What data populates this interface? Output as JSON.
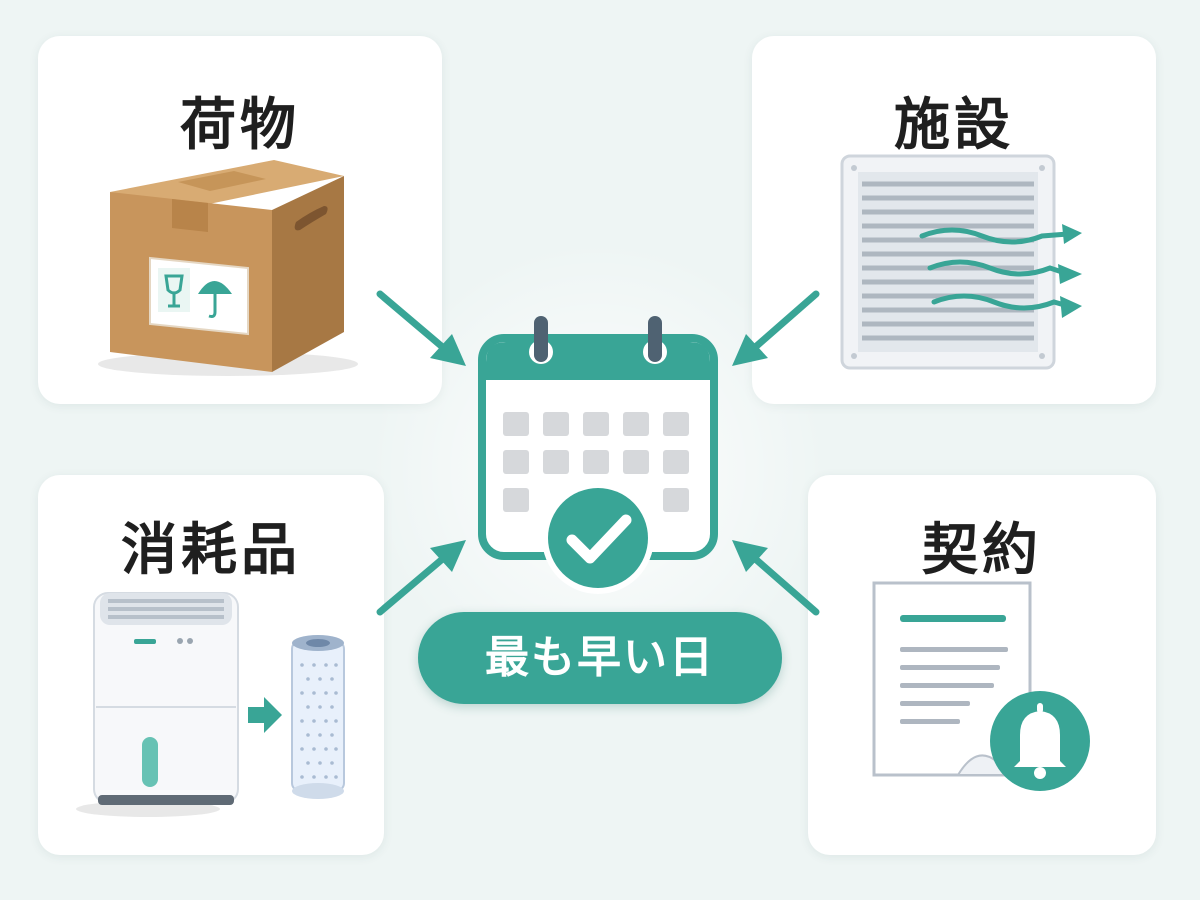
{
  "diagram": {
    "center": {
      "label": "最も早い日",
      "icon": "calendar-check-icon"
    },
    "cards": [
      {
        "id": "top-left",
        "title": "荷物",
        "icon": "cardboard-box-icon"
      },
      {
        "id": "top-right",
        "title": "施設",
        "icon": "air-vent-icon"
      },
      {
        "id": "bottom-left",
        "title": "消耗品",
        "icon": "dehumidifier-filter-icon"
      },
      {
        "id": "bottom-right",
        "title": "契約",
        "icon": "contract-bell-icon"
      }
    ]
  },
  "colors": {
    "accent": "#39a596",
    "background": "#eef5f4",
    "card": "#ffffff",
    "title_text": "#1f1f1f"
  }
}
